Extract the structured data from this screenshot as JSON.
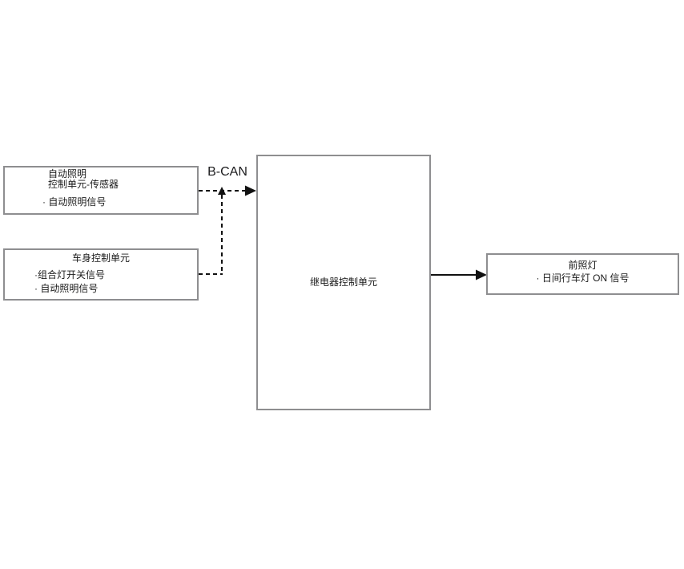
{
  "diagram": {
    "bus_label": "B-CAN",
    "auto_lighting_box": {
      "line1": "自动照明",
      "line2": "控制单元-传感器",
      "bullet1": "· 自动照明信号"
    },
    "body_control_box": {
      "title": "车身控制单元",
      "bullet1": "·组合灯开关信号",
      "bullet2": "· 自动照明信号"
    },
    "relay_box": {
      "title": "继电器控制单元"
    },
    "headlight_box": {
      "title": "前照灯",
      "bullet1": "· 日间行车灯 ON 信号"
    },
    "colors": {
      "background": "#ffffff",
      "box_border": "#8e8e90",
      "text": "#1a1a1a",
      "connector_line": "#111111"
    }
  }
}
